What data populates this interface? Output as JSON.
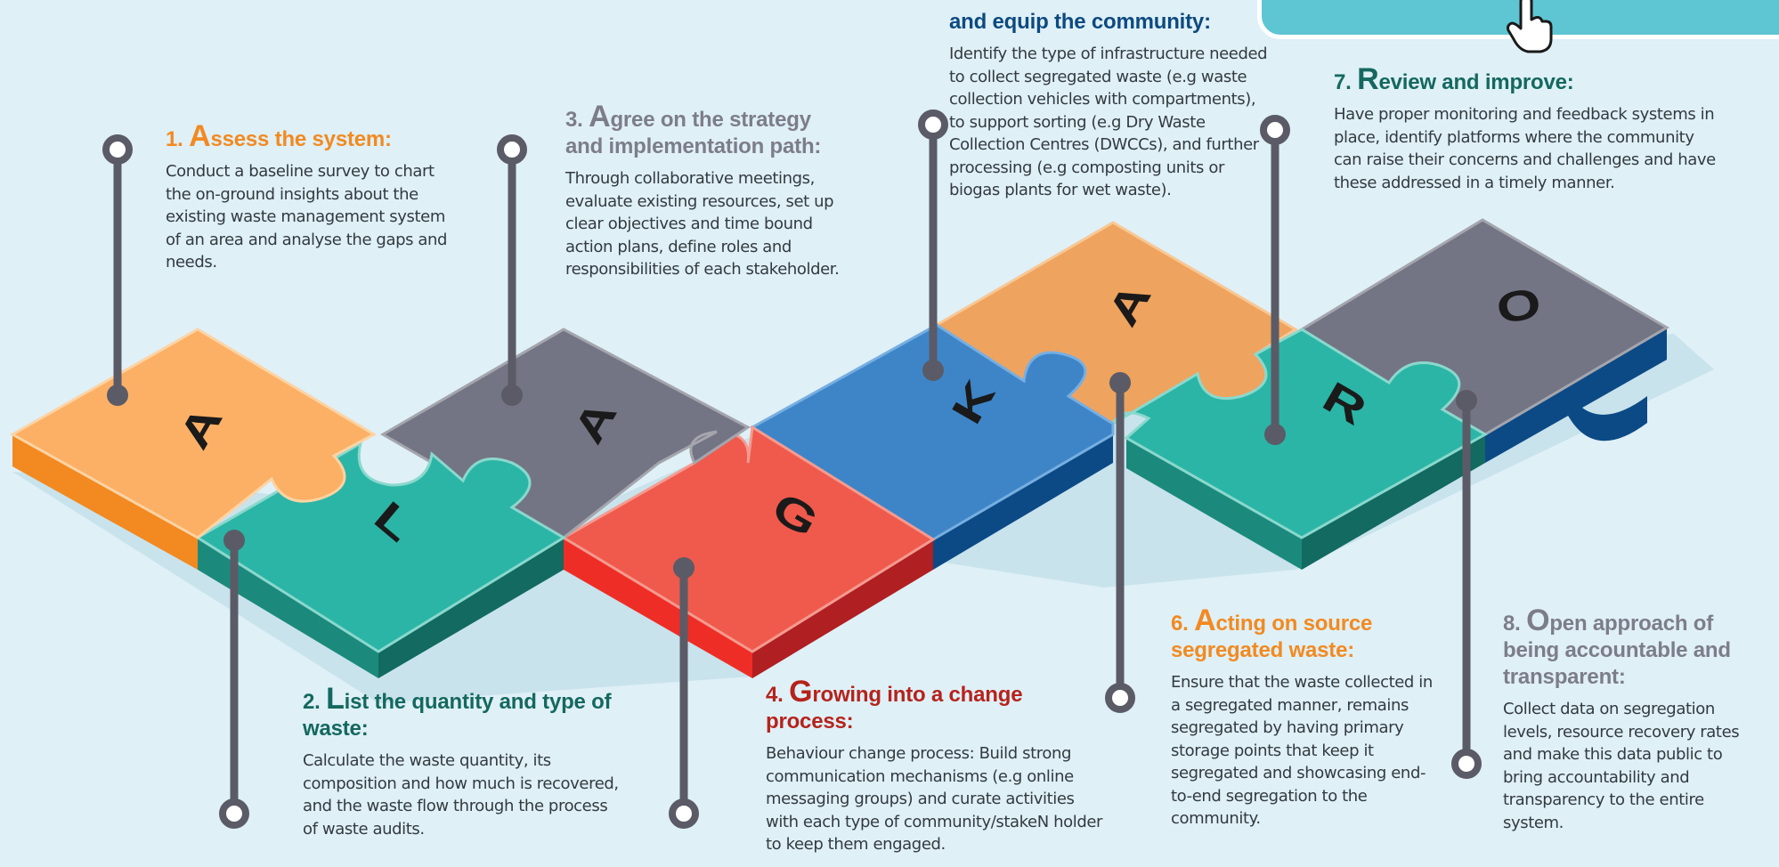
{
  "colors": {
    "background": "#dff0f7",
    "orange": "#f59a38",
    "teal": "#2bb5a6",
    "gray": "#737585",
    "red": "#ef5a4c",
    "blue": "#3e85c8",
    "banner": "#5ec5d3",
    "pin": "#5a5b66",
    "title_orange": "#f28a21",
    "title_teal": "#14685f",
    "title_gray": "#7d7d8a",
    "title_red": "#b5231c",
    "title_navy": "#0d4a80"
  },
  "icons": {
    "banner_cursor": "hand-pointer-icon"
  },
  "letters": [
    "A",
    "L",
    "A",
    "G",
    "K",
    "A",
    "R",
    "O"
  ],
  "steps": [
    {
      "num": "1.",
      "initial": "A",
      "title": "ssess the system:",
      "body": "Conduct a baseline survey to chart the on-ground insights about the existing waste management system of an area and analyse the gaps and needs."
    },
    {
      "num": "2.",
      "initial": "L",
      "title": "ist the quantity and type of waste:",
      "body": "Calculate the waste quantity, its composition and how much is recovered, and the waste flow through the process of waste audits."
    },
    {
      "num": "3.",
      "initial": "A",
      "title": "gree on the strategy and implementation path:",
      "body": "Through collaborative meetings, evaluate existing resources, set up clear objectives and time bound action plans, define roles and responsibilities of each stakeholder."
    },
    {
      "num": "4.",
      "initial": "G",
      "title": "rowing into a change process:",
      "body": "Behaviour change process: Build strong communication mechanisms (e.g online messaging groups) and curate activities with each type of community/stakeN holder to keep them engaged."
    },
    {
      "num": "",
      "initial": "",
      "title": "and equip the community:",
      "body": "Identify the type of infrastructure needed to collect segregated waste (e.g waste collection vehicles with compartments), to support sorting (e.g Dry Waste Collection Centres (DWCCs), and further processing (e.g composting units or biogas plants for wet waste)."
    },
    {
      "num": "6.",
      "initial": "A",
      "title": "cting on source segregated waste:",
      "body": "Ensure that the waste collected in a segregated manner, remains segregated by having primary storage points that keep it segregated and showcasing end-to-end segregation to the community."
    },
    {
      "num": "7.",
      "initial": "R",
      "title": "eview and improve:",
      "body": "Have proper monitoring and feedback systems in place, identify platforms where the community can raise their concerns and challenges and have these addressed in a timely manner."
    },
    {
      "num": "8.",
      "initial": "O",
      "title": "pen approach of being accountable and transparent:",
      "body": "Collect data on segregation levels, resource recovery rates and make this data public to bring accountability and transparency to the entire system."
    }
  ]
}
